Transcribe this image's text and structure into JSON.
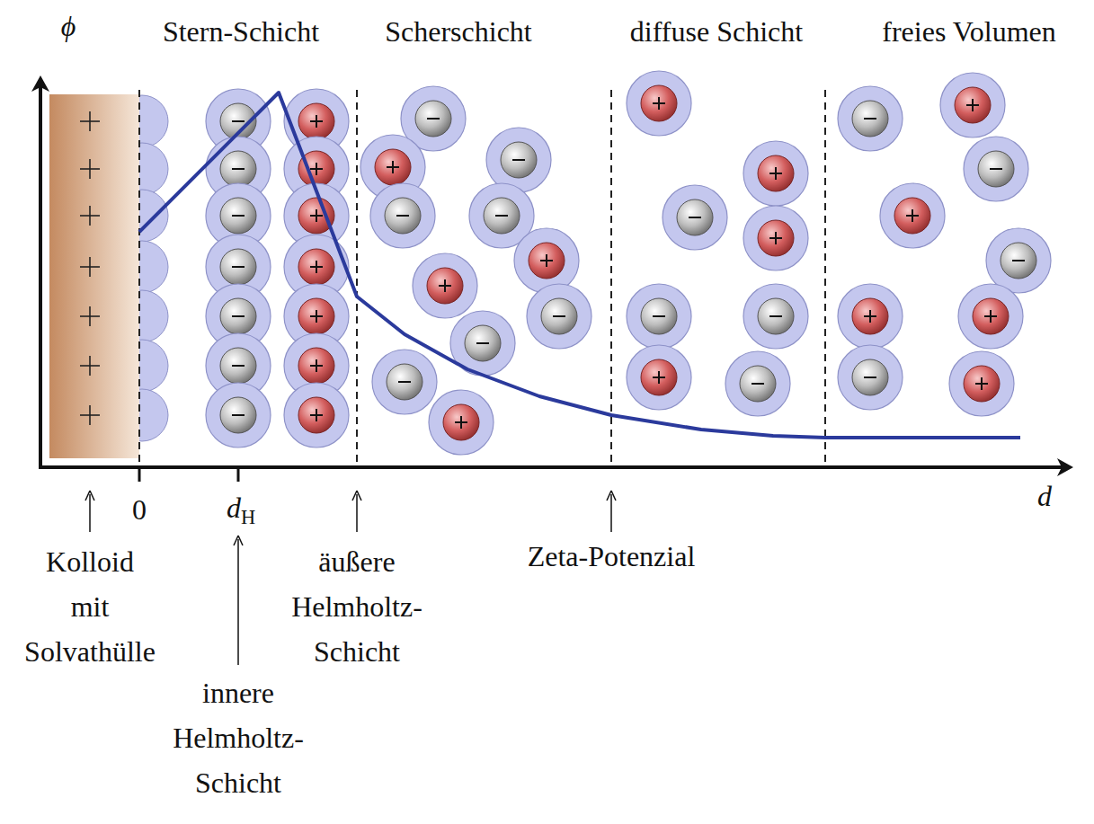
{
  "diagram": {
    "labels": [
      "ϕ",
      "Stern-Schicht",
      "Scherschicht",
      "diffuse Schicht",
      "freies Volumen",
      "d",
      "0",
      "dH",
      "Kolloid mit Solvathülle",
      "äußere Helmholtz- Schicht",
      "Zeta-Potenzial",
      "innere Helmholtz- Schicht"
    ]
  }
}
